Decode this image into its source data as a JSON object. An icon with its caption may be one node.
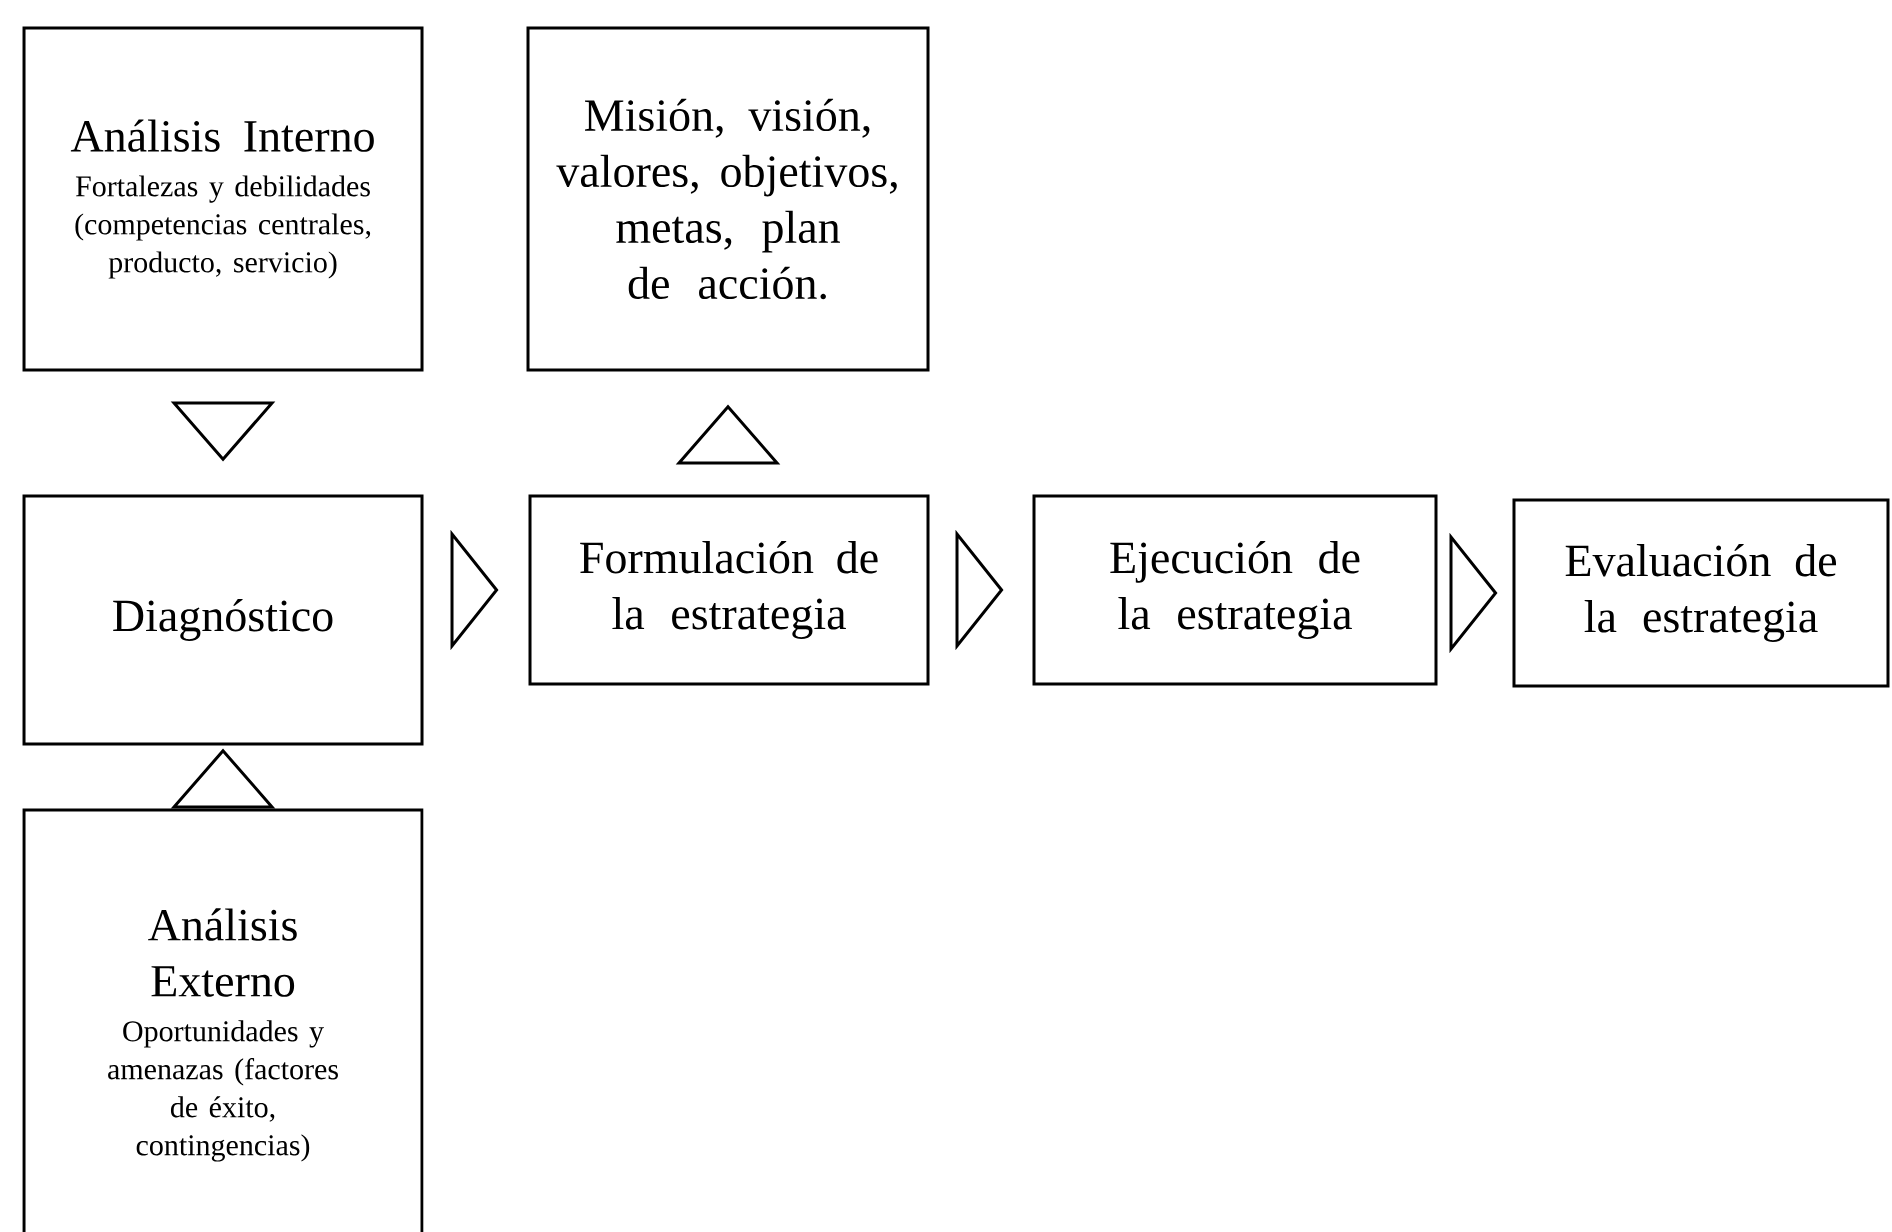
{
  "diagram": {
    "nodes": [
      {
        "text": [
          "Análisis Interno",
          "Fortalezas y debilidades (competencias centrales, producto, servicio)"
        ]
      },
      {
        "text": [
          "Misión, visión, valores, objetivos, metas, plan de acción."
        ]
      },
      {
        "text": [
          "Diagnóstico"
        ]
      },
      {
        "text": [
          "Formulación de la estrategia"
        ]
      },
      {
        "text": [
          "Ejecución de la estrategia"
        ]
      },
      {
        "text": [
          "Evaluación de la estrategia"
        ]
      },
      {
        "text": [
          "Análisis Externo",
          "Oportunidades y amenazas (factores de éxito, contingencias)"
        ]
      }
    ],
    "edges": [
      {
        "from": 0,
        "to": 2,
        "arrow": "to"
      },
      {
        "from": 6,
        "to": 2,
        "arrow": "to"
      },
      {
        "from": 2,
        "to": 3,
        "arrow": "to"
      },
      {
        "from": 3,
        "to": 1,
        "arrow": "to"
      },
      {
        "from": 3,
        "to": 4,
        "arrow": "to"
      },
      {
        "from": 4,
        "to": 5,
        "arrow": "to"
      }
    ]
  }
}
